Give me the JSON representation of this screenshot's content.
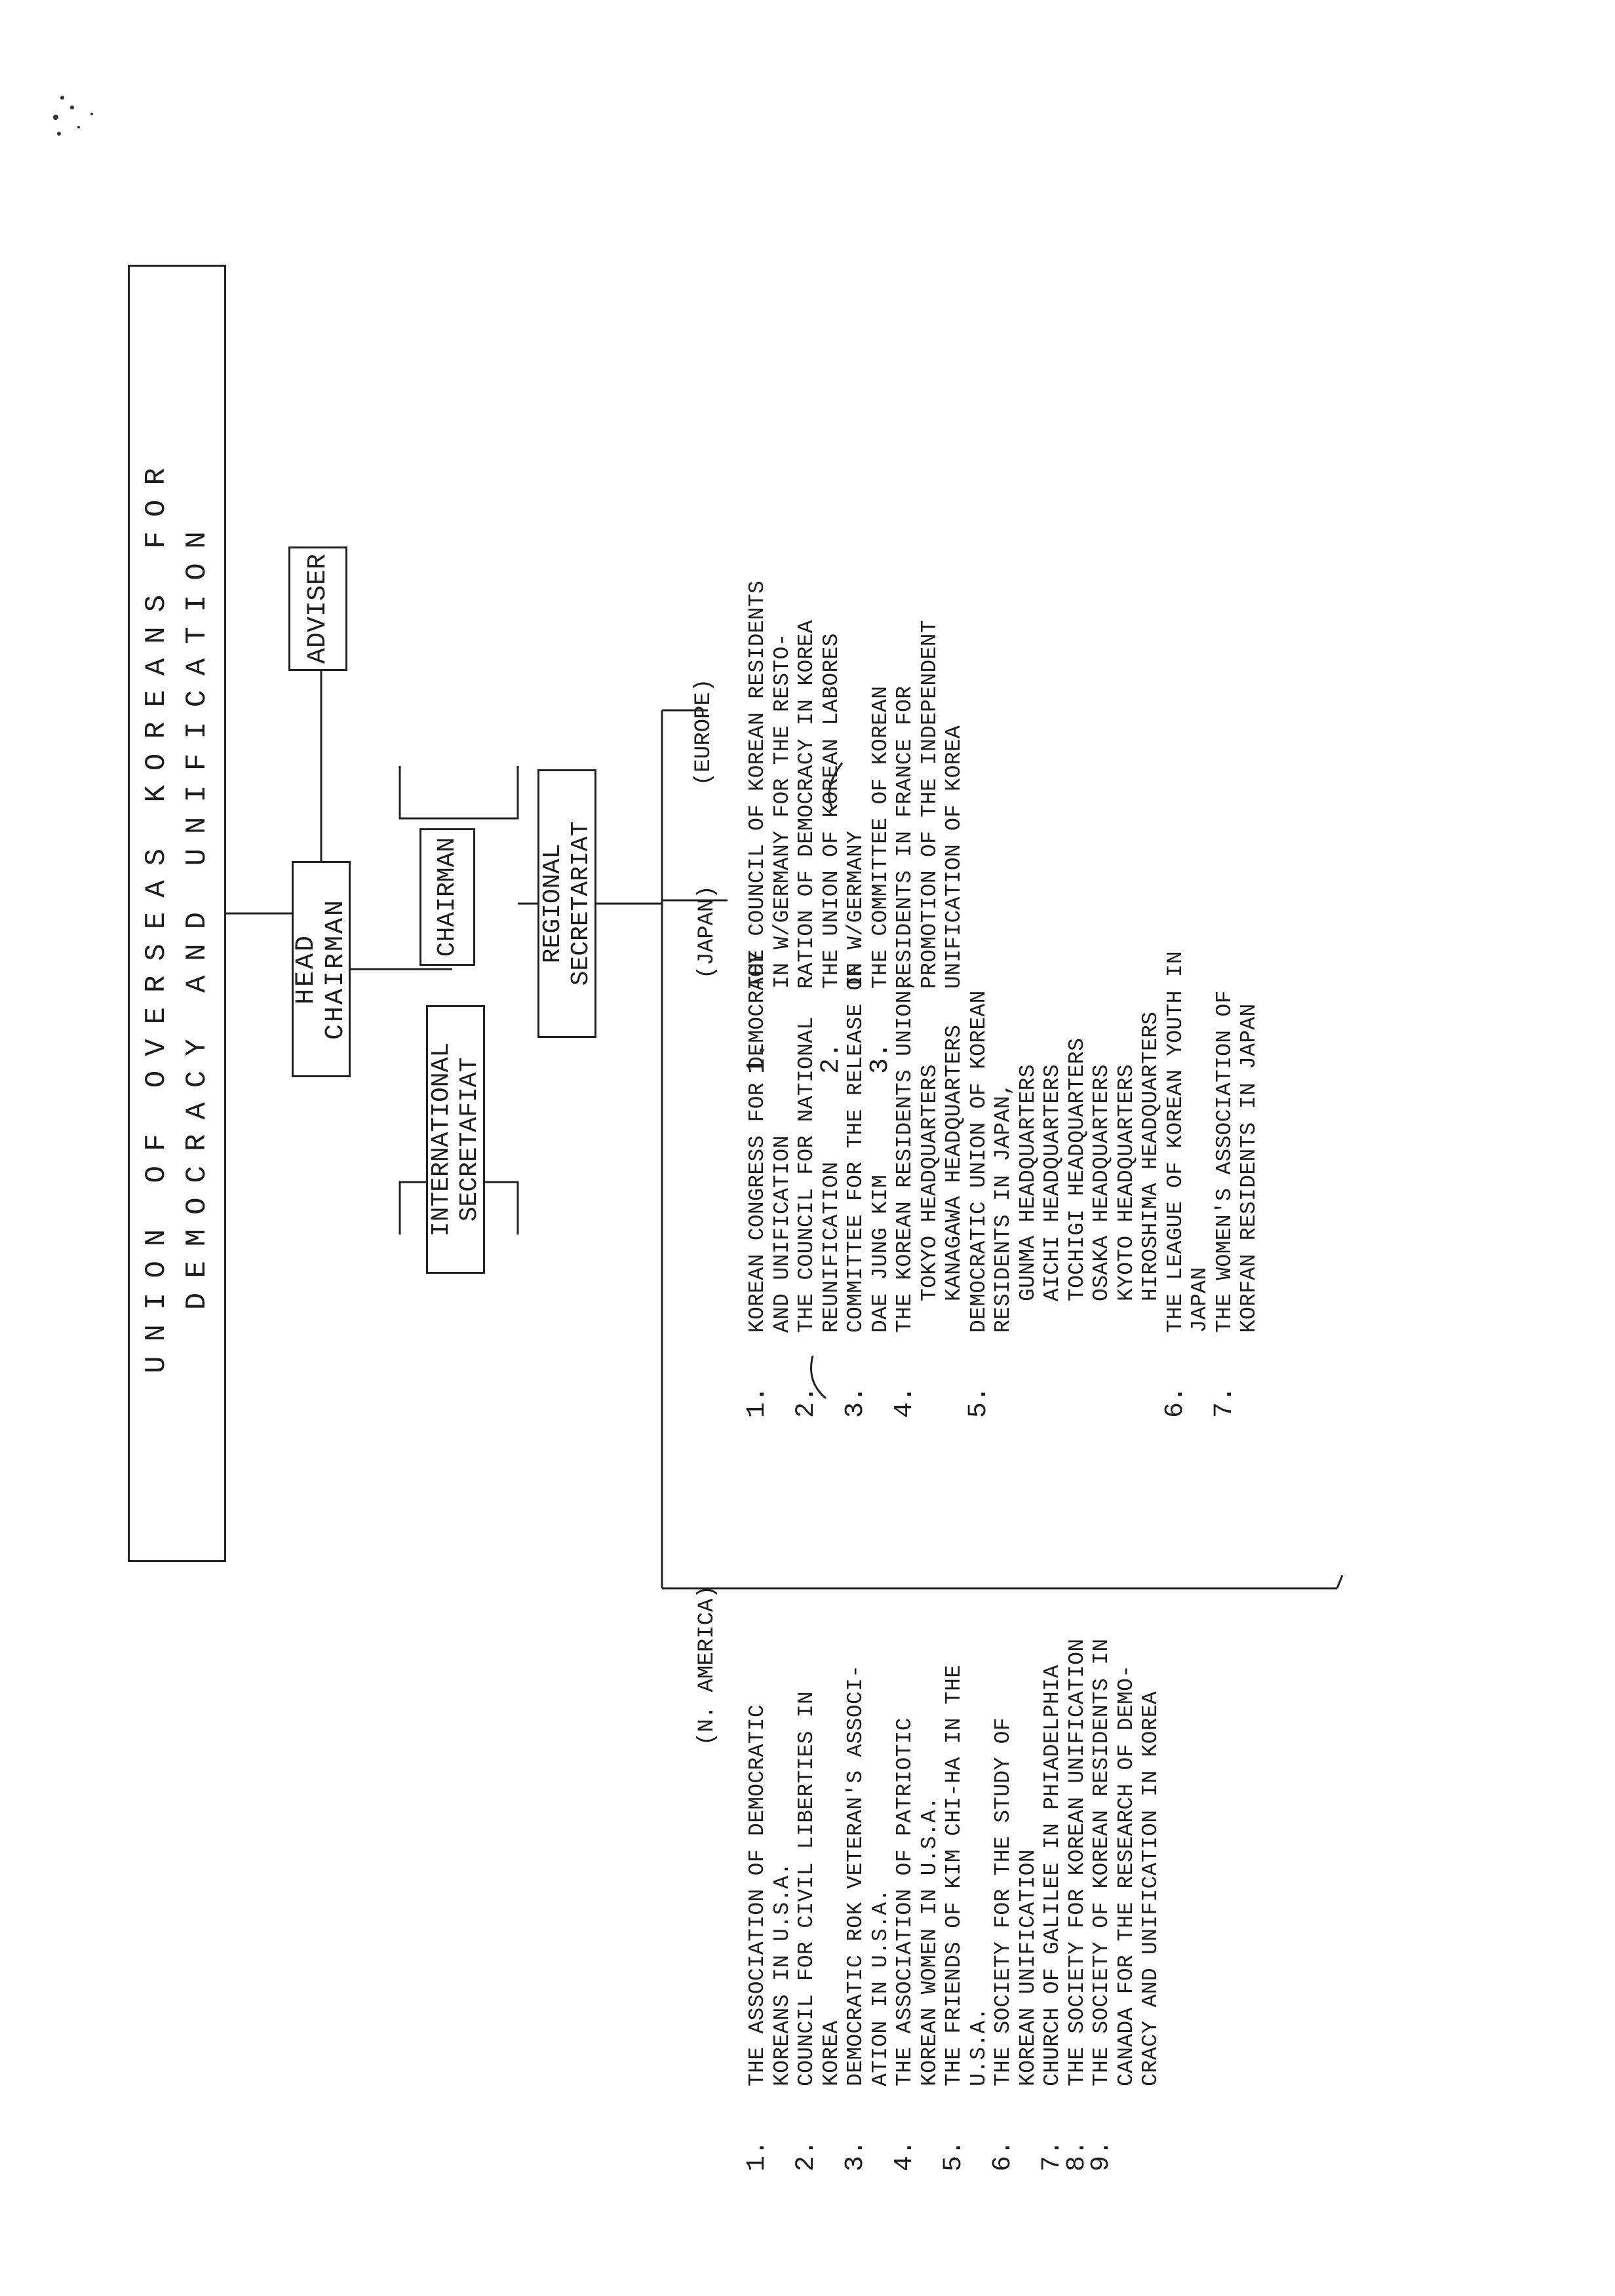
{
  "title": {
    "line1": "UNION OF OVERSEAS KOREANS FOR",
    "line2": "DEMOCRACY AND UNIFICATION"
  },
  "org": {
    "head_chairman": "HEAD CHAIRMAN",
    "adviser": "ADVISER",
    "chairman": "CHAIRMAN",
    "international_secretariat": "INTERNATIONAL SECRETAFIAT",
    "regional_secretariat": "REGIONAL SECRETARIAT"
  },
  "regions": {
    "na": {
      "heading": "(N. AMERICA)",
      "items": [
        {
          "num": "1.",
          "lines": [
            "THE ASSOCIATION OF DEMOCRATIC",
            "KOREANS IN U.S.A."
          ]
        },
        {
          "num": "2.",
          "lines": [
            "COUNCIL FOR CIVIL LIBERTIES IN",
            "KOREA"
          ]
        },
        {
          "num": "3.",
          "lines": [
            "DEMOCRATIC ROK VETERAN'S ASSOCI-",
            "ATION IN U.S.A."
          ]
        },
        {
          "num": "4.",
          "lines": [
            "THE ASSOCIATION OF PATRIOTIC",
            "KOREAN WOMEN IN U.S.A."
          ]
        },
        {
          "num": "5.",
          "lines": [
            "THE FRIENDS OF KIM CHI-HA IN THE",
            "U.S.A."
          ]
        },
        {
          "num": "6.",
          "lines": [
            "THE SOCIETY FOR THE STUDY OF",
            "KOREAN UNIFICATION"
          ]
        },
        {
          "num": "7.",
          "lines": [
            "CHURCH OF GALILEE IN PHIADELPHIA"
          ]
        },
        {
          "num": "8.",
          "lines": [
            "THE SOCIETY FOR KOREAN UNIFICATION"
          ]
        },
        {
          "num": "9.",
          "lines": [
            "THE SOCIETY OF KOREAN RESIDENTS IN",
            "CANADA FOR THE RESEARCH OF DEMO-",
            "CRACY AND UNIFICATION IN KOREA"
          ]
        }
      ]
    },
    "japan": {
      "heading": "(JAPAN)",
      "items": [
        {
          "num": "1.",
          "lines": [
            "KOREAN CONGRESS FOR DEMOCRACY",
            "AND UNIFICATION"
          ]
        },
        {
          "num": "2.",
          "lines": [
            "THE COUNCIL FOR NATIONAL",
            "REUNIFICATION"
          ]
        },
        {
          "num": "3.",
          "lines": [
            "COMMITTEE FOR THE RELEASE OF",
            "DAE JUNG KIM"
          ]
        },
        {
          "num": "4.",
          "lines": [
            "THE KOREAN RESIDENTS UNION,"
          ],
          "sub": [
            "TOKYO HEADQUARTERS",
            "KANAGAWA HEADQUARTERS"
          ]
        },
        {
          "num": "5.",
          "lines": [
            "DEMOCRATIC UNION OF KOREAN",
            "RESIDENTS IN JAPAN,"
          ],
          "sub": [
            "GUNMA HEADQUARTERS",
            "AICHI HEADQUARTERS",
            "TOCHIGI HEADQUARTERS",
            "OSAKA HEADQUARTERS",
            "KYOTO HEADQUARTERS",
            "HIROSHIMA HEADQUARTERS"
          ]
        },
        {
          "num": "6.",
          "lines": [
            "THE LEAGUE OF KOREAN YOUTH IN",
            "JAPAN"
          ]
        },
        {
          "num": "7.",
          "lines": [
            "THE WOMEN'S ASSOCIATION OF",
            "KORFAN RESIDENTS IN JAPAN"
          ]
        }
      ]
    },
    "europe": {
      "heading": "(EUROPE)",
      "items": [
        {
          "num": "1.",
          "lines": [
            "THE COUNCIL OF KOREAN RESIDENTS",
            "IN W/GERMANY FOR THE RESTO-",
            "RATION OF DEMOCRACY IN KOREA"
          ]
        },
        {
          "num": "2.",
          "lines": [
            "THE UNION OF KOREAN LABORES",
            "IN W/GERMANY"
          ]
        },
        {
          "num": "3.",
          "lines": [
            "THE COMMITTEE OF KOREAN",
            "RESIDENTS IN FRANCE FOR",
            "PROMOTION OF THE INDEPENDENT",
            "UNIFICATION OF KOREA"
          ]
        }
      ]
    }
  }
}
